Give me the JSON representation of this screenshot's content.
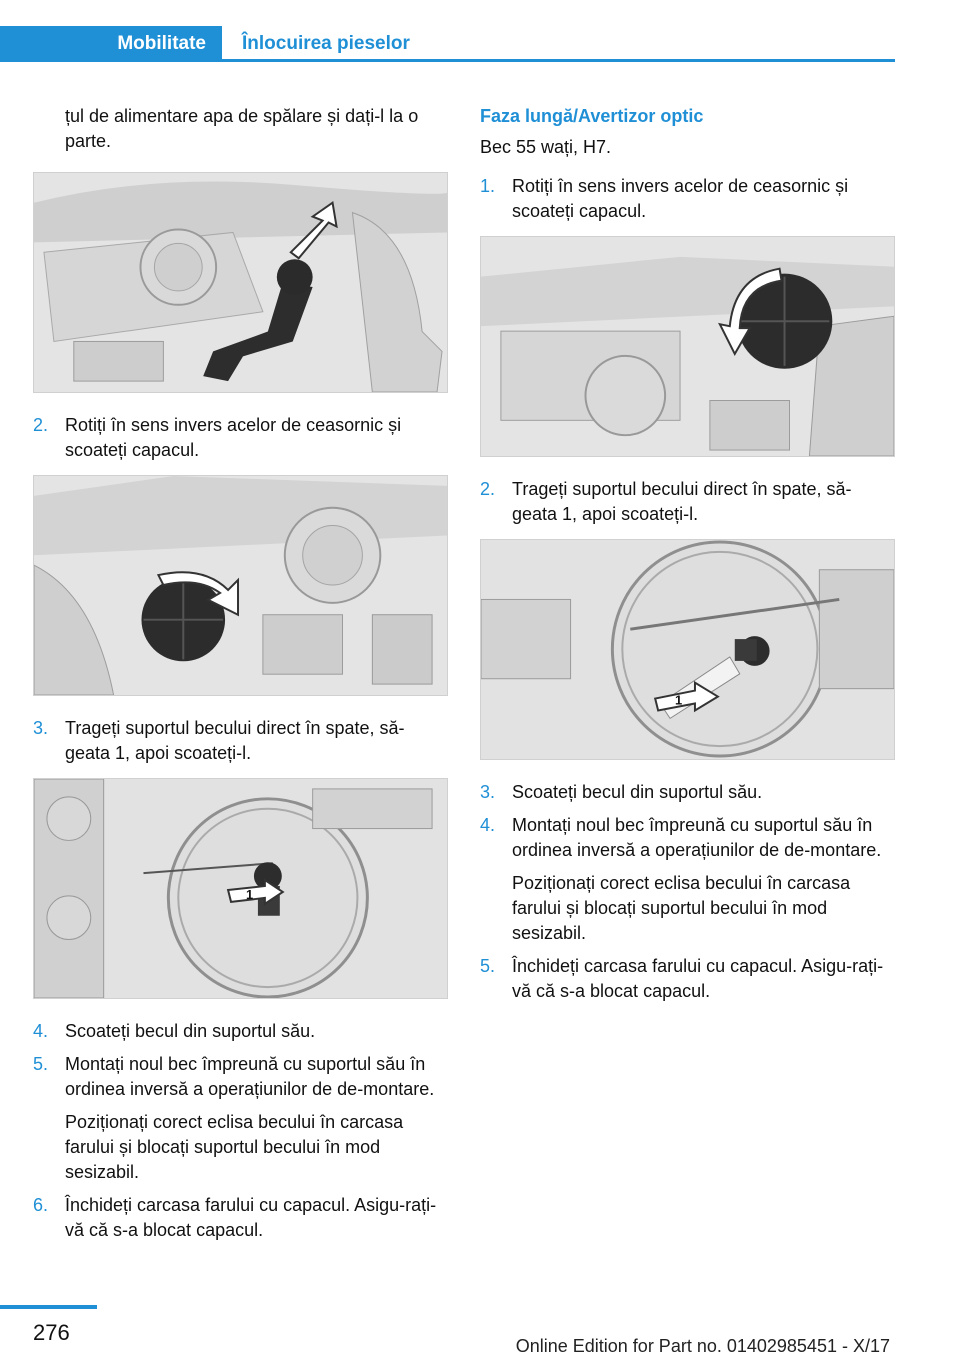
{
  "header": {
    "tab_active": "Mobilitate",
    "tab_inactive": "Înlocuirea pieselor"
  },
  "left": {
    "intro": "țul de alimentare apa de spălare și dați-l la o parte.",
    "steps": [
      {
        "num": "2.",
        "text": "Rotiți în sens invers acelor de ceasornic și scoateți capacul."
      },
      {
        "num": "3.",
        "text": "Trageți suportul becului direct în spate, să-geata 1, apoi scoateți-l."
      },
      {
        "num": "4.",
        "text": "Scoateți becul din suportul său."
      },
      {
        "num": "5.",
        "text": "Montați noul bec împreună cu suportul său în ordinea inversă a operațiunilor de de-montare.",
        "note": "Poziționați corect eclisa becului în carcasa farului și blocați suportul becului în mod sesizabil."
      },
      {
        "num": "6.",
        "text": "Închideți carcasa farului cu capacul. Asigu-rați-vă că s-a blocat capacul."
      }
    ]
  },
  "right": {
    "section_title": "Faza lungă/Avertizor optic",
    "section_sub": "Bec 55 wați, H7.",
    "steps": [
      {
        "num": "1.",
        "text": "Rotiți în sens invers acelor de ceasornic și scoateți capacul."
      },
      {
        "num": "2.",
        "text": "Trageți suportul becului direct în spate, să-geata 1, apoi scoateți-l."
      },
      {
        "num": "3.",
        "text": "Scoateți becul din suportul său."
      },
      {
        "num": "4.",
        "text": "Montați noul bec împreună cu suportul său în ordinea inversă a operațiunilor de de-montare.",
        "note": "Poziționați corect eclisa becului în carcasa farului și blocați suportul becului în mod sesizabil."
      },
      {
        "num": "5.",
        "text": "Închideți carcasa farului cu capacul. Asigu-rați-vă că s-a blocat capacul."
      }
    ]
  },
  "figure_callout": "1",
  "footer": {
    "page_number": "276",
    "edition": "Online Edition for Part no. 01402985451 - X/17"
  },
  "colors": {
    "accent": "#1f8fd6",
    "figure_bg": "#e6e6e6"
  }
}
